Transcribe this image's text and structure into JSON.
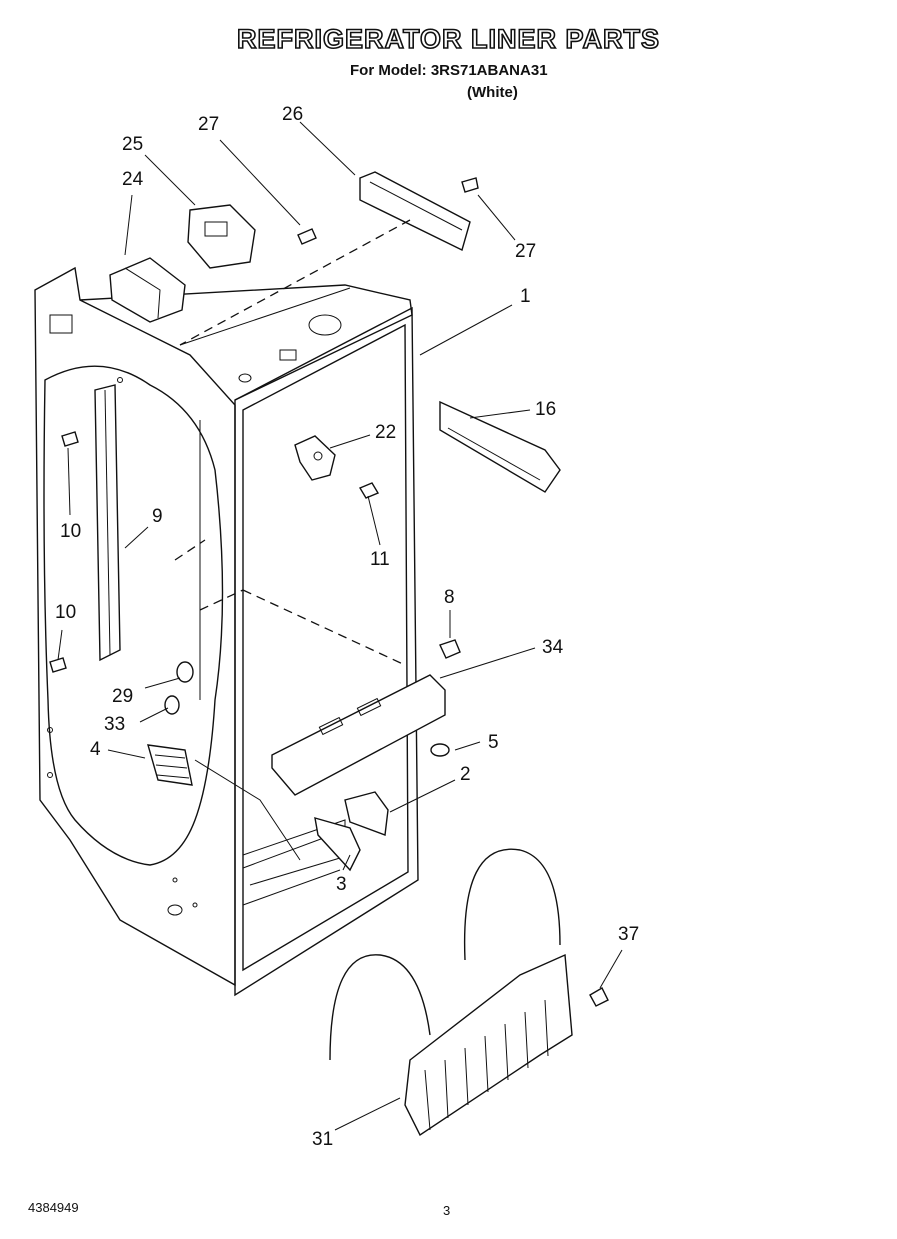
{
  "header": {
    "title": "REFRIGERATOR LINER PARTS",
    "model": "For Model: 3RS71ABANA31",
    "color": "(White)"
  },
  "footer": {
    "doc_number": "4384949",
    "page": "3"
  },
  "callouts": [
    "27",
    "26",
    "25",
    "24",
    "27",
    "1",
    "16",
    "22",
    "10",
    "9",
    "11",
    "10",
    "8",
    "34",
    "29",
    "33",
    "4",
    "5",
    "2",
    "3",
    "37",
    "31"
  ]
}
